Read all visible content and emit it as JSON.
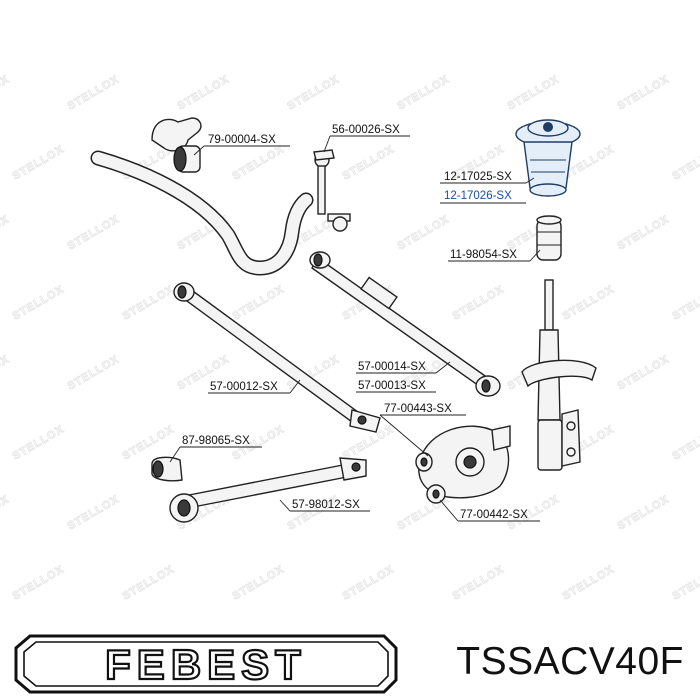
{
  "watermark_text": "STELLOX",
  "labels": {
    "l1": "79-00004-SX",
    "l2": "56-00026-SX",
    "l3": "12-17025-SX",
    "l4": "12-17026-SX",
    "l5": "11-98054-SX",
    "l6": "57-00014-SX",
    "l7": "57-00013-SX",
    "l8": "57-00012-SX",
    "l9": "77-00443-SX",
    "l10": "87-98065-SX",
    "l11": "57-98012-SX",
    "l12": "77-00442-SX"
  },
  "brand": {
    "logo_text": "FEBEST",
    "code": "TSSACV40F"
  },
  "colors": {
    "highlight_part": "#1f3e66",
    "highlight_label": "#1a4fa0",
    "ink": "#111111"
  }
}
